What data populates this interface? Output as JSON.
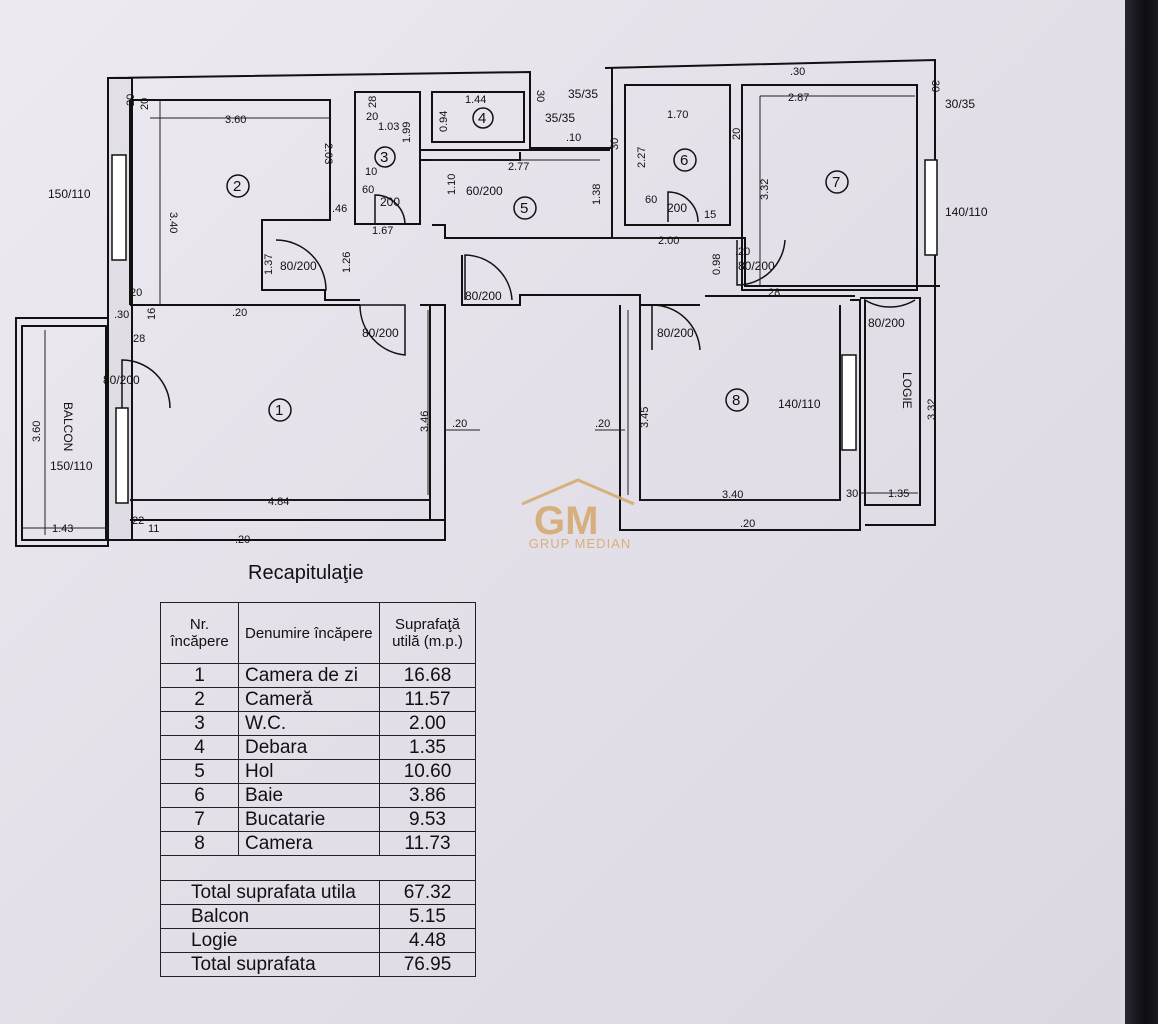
{
  "plan": {
    "rooms": [
      {
        "no": "1",
        "label_dims": [
          "4.84",
          "3.46"
        ]
      },
      {
        "no": "2",
        "label_dims": [
          "3.60",
          "3.40"
        ]
      },
      {
        "no": "3",
        "label_dims": [
          "1.03",
          "1.99"
        ]
      },
      {
        "no": "4",
        "label_dims": [
          "1.44",
          "0.94"
        ]
      },
      {
        "no": "5",
        "label_dims": [
          "2.77",
          "1.67"
        ]
      },
      {
        "no": "6",
        "label_dims": [
          "1.70",
          "2.27"
        ]
      },
      {
        "no": "7",
        "label_dims": [
          "2.87",
          "3.32"
        ]
      },
      {
        "no": "8",
        "label_dims": [
          "3.40",
          "3.45"
        ]
      }
    ],
    "dimensions": {
      "d_360": "3.60",
      "d_340": "3.40",
      "d_203": "2.03",
      "d_103": "1.03",
      "d_199": "1.99",
      "d_144": "1.44",
      "d_094": "0.94",
      "d_277": "2.77",
      "d_110": "1.10",
      "d_167": "1.67",
      "d_137": "1.37",
      "d_126": "1.26",
      "d_170": "1.70",
      "d_227": "2.27",
      "d_138": "1.38",
      "d_200": "2.00",
      "d_098": "0.98",
      "d_287": "2.87",
      "d_332": "3.32",
      "d_332b": "3.32",
      "d_346": "3.46",
      "d_484": "4.84",
      "d_345": "3.45",
      "d_340b": "3.40",
      "d_135": "1.35",
      "d_143": "1.43",
      "d_360b": "3.60",
      "d_30a": ".30",
      "d_30b": ".30",
      "d_30c": "30",
      "d_30d": "30",
      "d_30e": "30",
      "d_30f": "30",
      "d_20a": ".20",
      "d_20b": ".20",
      "d_20c": ".20",
      "d_20d": ".20",
      "d_20e": ".20",
      "d_20f": ".20",
      "d_28": ".28",
      "d_28b": "28",
      "d_10": ".10",
      "d_16": "16",
      "d_15": "15",
      "d_46": ".46",
      "d_22": "22",
      "d_20g": "20",
      "d_20h": "20",
      "d_20i": "20",
      "d_60": "60",
      "d_60b": "60",
      "d_10b": "10",
      "d_11": "11",
      "d_28c": "28",
      "d_20j": "20",
      "d_20k": "20"
    },
    "doors": {
      "d1": "80/200",
      "d2": "80/200",
      "d3": "80/200",
      "d4": "80/200",
      "d5": "80/200",
      "d6": "80/200",
      "d7": "80/200",
      "d8": "80/200",
      "d9": "60/200",
      "d10": "200",
      "d11": "200"
    },
    "windows": {
      "w1": "150/110",
      "w2": "150/110",
      "w3": "140/110",
      "w4": "140/110",
      "w5": "35/35",
      "w6": "35/35",
      "w7": "30/35"
    },
    "outside_labels": {
      "balcon": "BALCON",
      "logie": "LOGIE"
    }
  },
  "recap": {
    "title": "Recapitulaţie",
    "headers": {
      "nr": "Nr. încăpere",
      "name": "Denumire încăpere",
      "area": "Suprafaţă utilă (m.p.)"
    },
    "rows": [
      {
        "nr": "1",
        "name": "Camera de zi",
        "area": "16.68"
      },
      {
        "nr": "2",
        "name": "Cameră",
        "area": "11.57"
      },
      {
        "nr": "3",
        "name": "W.C.",
        "area": "2.00"
      },
      {
        "nr": "4",
        "name": "Debara",
        "area": "1.35"
      },
      {
        "nr": "5",
        "name": "Hol",
        "area": "10.60"
      },
      {
        "nr": "6",
        "name": "Baie",
        "area": "3.86"
      },
      {
        "nr": "7",
        "name": "Bucatarie",
        "area": "9.53"
      },
      {
        "nr": "8",
        "name": "Camera",
        "area": "11.73"
      }
    ],
    "totals": [
      {
        "label": "Total suprafata utila",
        "value": "67.32"
      },
      {
        "label": "Balcon",
        "value": "5.15"
      },
      {
        "label": "Logie",
        "value": "4.48"
      },
      {
        "label": "Total suprafata",
        "value": "76.95"
      }
    ]
  },
  "watermark": {
    "mark": "GM",
    "caption": "GRUP MEDIAN",
    "color": "#d4a86a"
  }
}
